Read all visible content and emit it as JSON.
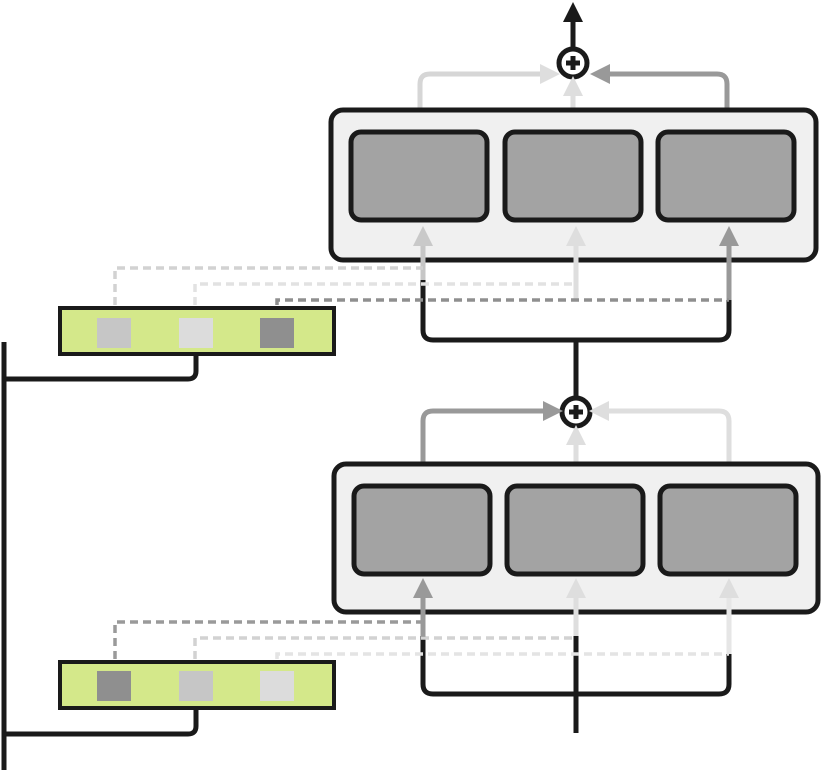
{
  "colors": {
    "background": "#ffffff",
    "line_dark": "#1a1a1a",
    "panel_fill": "#f0f0f0",
    "expert_fill": "#a3a3a3",
    "router_fill": "#d4e88a",
    "weight_dark": "#8f8f8f",
    "weight_mid": "#c6c6c6",
    "weight_light": "#dcdcdc",
    "arrow_dark": "#999999",
    "arrow_mid": "#c9c9c9",
    "arrow_light": "#dedede"
  },
  "icons": {
    "sum_node": "circled-plus-icon",
    "output_arrow": "up-arrow-icon"
  },
  "layers": [
    {
      "name": "upper",
      "experts": [
        {
          "arrow_tone": "arrow_light"
        },
        {
          "arrow_tone": "arrow_light"
        },
        {
          "arrow_tone": "arrow_dark"
        }
      ],
      "router_weights": [
        "weight_mid",
        "weight_light",
        "weight_dark"
      ]
    },
    {
      "name": "lower",
      "experts": [
        {
          "arrow_tone": "arrow_dark"
        },
        {
          "arrow_tone": "arrow_light"
        },
        {
          "arrow_tone": "arrow_light"
        }
      ],
      "router_weights": [
        "weight_dark",
        "weight_mid",
        "weight_light"
      ]
    }
  ]
}
